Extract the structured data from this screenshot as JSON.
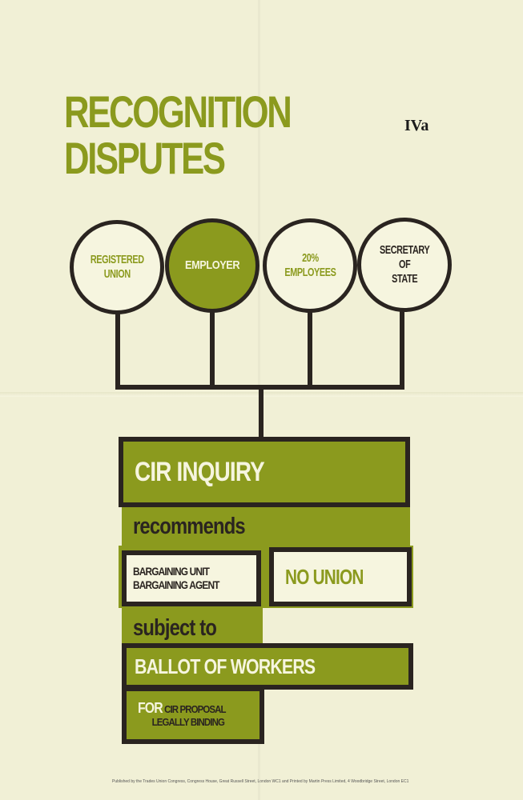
{
  "title": {
    "line1": "RECOGNITION",
    "line2": "DISPUTES"
  },
  "section_code": "IVa",
  "parties": [
    {
      "line1": "REGISTERED",
      "line2": "UNION"
    },
    {
      "line1": "EMPLOYER"
    },
    {
      "line1": "20%",
      "line2": "EMPLOYEES"
    },
    {
      "line1": "SECRETARY",
      "line2": "OF",
      "line3": "STATE"
    }
  ],
  "flow": {
    "inquiry": "CIR INQUIRY",
    "recommends": "recommends",
    "option_a_line1": "BARGAINING UNIT",
    "option_a_line2": "BARGAINING AGENT",
    "option_b": "NO UNION",
    "subject_to": "subject to",
    "ballot": "BALLOT OF WORKERS",
    "for_word": "FOR",
    "proposal_line1": "CIR PROPOSAL",
    "proposal_line2": "LEGALLY BINDING"
  },
  "footer": "Published by the Trades Union Congress, Congress House, Great Russell Street, London WC1 and Printed by Martin Press Limited, 4 Woodbridge Street, London EC1",
  "colors": {
    "accent": "#8b9a1e",
    "ink": "#2a2420",
    "paper": "#f1f0d6"
  }
}
